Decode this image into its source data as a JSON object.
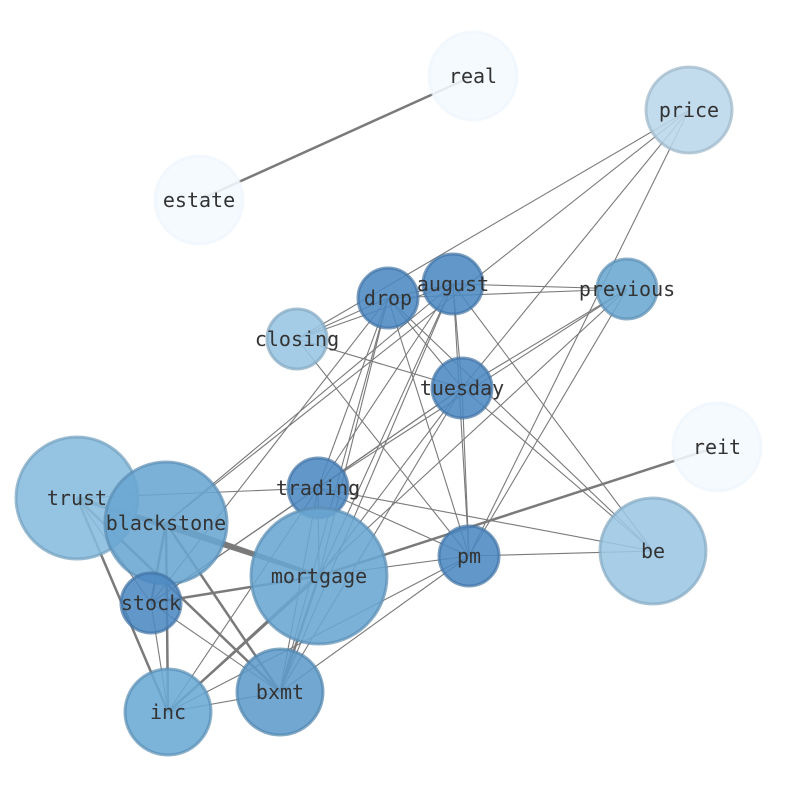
{
  "nodes": [
    {
      "id": "real",
      "label": "real",
      "color": "#f4f9fe",
      "weight": 1
    },
    {
      "id": "price",
      "label": "price",
      "color": "#b9d6ea",
      "weight": 2
    },
    {
      "id": "estate",
      "label": "estate",
      "color": "#f4f9fe",
      "weight": 1
    },
    {
      "id": "august",
      "label": "august",
      "color": "#4c89c2",
      "weight": 5
    },
    {
      "id": "drop",
      "label": "drop",
      "color": "#4c89c2",
      "weight": 5
    },
    {
      "id": "previous",
      "label": "previous",
      "color": "#6ba7d2",
      "weight": 4
    },
    {
      "id": "closing",
      "label": "closing",
      "color": "#99c5e2",
      "weight": 2
    },
    {
      "id": "tuesday",
      "label": "tuesday",
      "color": "#4c89c2",
      "weight": 5
    },
    {
      "id": "reit",
      "label": "reit",
      "color": "#f4f9fe",
      "weight": 1
    },
    {
      "id": "trust",
      "label": "trust",
      "color": "#86bcde",
      "weight": 3
    },
    {
      "id": "trading",
      "label": "trading",
      "color": "#4c89c2",
      "weight": 5
    },
    {
      "id": "blackstone",
      "label": "blackstone",
      "color": "#6aa6d2",
      "weight": 4
    },
    {
      "id": "be",
      "label": "be",
      "color": "#9cc7e4",
      "weight": 2
    },
    {
      "id": "pm",
      "label": "pm",
      "color": "#4c89c2",
      "weight": 5
    },
    {
      "id": "mortgage",
      "label": "mortgage",
      "color": "#6aa6d2",
      "weight": 4
    },
    {
      "id": "stock",
      "label": "stock",
      "color": "#4c89c2",
      "weight": 5
    },
    {
      "id": "bxmt",
      "label": "bxmt",
      "color": "#5e9bcc",
      "weight": 4
    },
    {
      "id": "inc",
      "label": "inc",
      "color": "#6aa8d4",
      "weight": 4
    }
  ],
  "edges": [
    {
      "source": "real",
      "target": "estate",
      "weight": 2
    },
    {
      "source": "reit",
      "target": "mortgage",
      "weight": 2
    },
    {
      "source": "trust",
      "target": "mortgage",
      "weight": 3
    },
    {
      "source": "trust",
      "target": "bxmt",
      "weight": 2
    },
    {
      "source": "trust",
      "target": "inc",
      "weight": 2
    },
    {
      "source": "trust",
      "target": "stock",
      "weight": 1
    },
    {
      "source": "trust",
      "target": "trading",
      "weight": 1
    },
    {
      "source": "trust",
      "target": "blackstone",
      "weight": 1
    },
    {
      "source": "blackstone",
      "target": "mortgage",
      "weight": 3
    },
    {
      "source": "blackstone",
      "target": "bxmt",
      "weight": 2
    },
    {
      "source": "blackstone",
      "target": "inc",
      "weight": 2
    },
    {
      "source": "blackstone",
      "target": "stock",
      "weight": 2
    },
    {
      "source": "blackstone",
      "target": "august",
      "weight": 1
    },
    {
      "source": "blackstone",
      "target": "price",
      "weight": 1
    },
    {
      "source": "stock",
      "target": "mortgage",
      "weight": 2
    },
    {
      "source": "stock",
      "target": "trading",
      "weight": 1
    },
    {
      "source": "stock",
      "target": "tuesday",
      "weight": 1
    },
    {
      "source": "stock",
      "target": "inc",
      "weight": 1
    },
    {
      "source": "stock",
      "target": "bxmt",
      "weight": 1
    },
    {
      "source": "stock",
      "target": "drop",
      "weight": 1
    },
    {
      "source": "mortgage",
      "target": "inc",
      "weight": 2
    },
    {
      "source": "mortgage",
      "target": "bxmt",
      "weight": 2
    },
    {
      "source": "mortgage",
      "target": "pm",
      "weight": 1
    },
    {
      "source": "mortgage",
      "target": "drop",
      "weight": 1
    },
    {
      "source": "mortgage",
      "target": "august",
      "weight": 1
    },
    {
      "source": "mortgage",
      "target": "tuesday",
      "weight": 1
    },
    {
      "source": "mortgage",
      "target": "trading",
      "weight": 1
    },
    {
      "source": "inc",
      "target": "trading",
      "weight": 1
    },
    {
      "source": "inc",
      "target": "pm",
      "weight": 1
    },
    {
      "source": "inc",
      "target": "bxmt",
      "weight": 1
    },
    {
      "source": "inc",
      "target": "previous",
      "weight": 1
    },
    {
      "source": "bxmt",
      "target": "trading",
      "weight": 1
    },
    {
      "source": "bxmt",
      "target": "pm",
      "weight": 1
    },
    {
      "source": "bxmt",
      "target": "drop",
      "weight": 1
    },
    {
      "source": "bxmt",
      "target": "august",
      "weight": 1
    },
    {
      "source": "bxmt",
      "target": "tuesday",
      "weight": 1
    },
    {
      "source": "trading",
      "target": "drop",
      "weight": 1
    },
    {
      "source": "trading",
      "target": "august",
      "weight": 1
    },
    {
      "source": "trading",
      "target": "tuesday",
      "weight": 1
    },
    {
      "source": "trading",
      "target": "previous",
      "weight": 1
    },
    {
      "source": "trading",
      "target": "pm",
      "weight": 1
    },
    {
      "source": "drop",
      "target": "august",
      "weight": 1
    },
    {
      "source": "drop",
      "target": "previous",
      "weight": 1
    },
    {
      "source": "drop",
      "target": "closing",
      "weight": 1
    },
    {
      "source": "drop",
      "target": "tuesday",
      "weight": 1
    },
    {
      "source": "drop",
      "target": "pm",
      "weight": 1
    },
    {
      "source": "drop",
      "target": "be",
      "weight": 1
    },
    {
      "source": "august",
      "target": "previous",
      "weight": 1
    },
    {
      "source": "august",
      "target": "closing",
      "weight": 1
    },
    {
      "source": "august",
      "target": "tuesday",
      "weight": 1
    },
    {
      "source": "august",
      "target": "pm",
      "weight": 1
    },
    {
      "source": "august",
      "target": "be",
      "weight": 1
    },
    {
      "source": "price",
      "target": "closing",
      "weight": 1
    },
    {
      "source": "price",
      "target": "pm",
      "weight": 1
    },
    {
      "source": "price",
      "target": "tuesday",
      "weight": 1
    },
    {
      "source": "closing",
      "target": "tuesday",
      "weight": 1
    },
    {
      "source": "closing",
      "target": "pm",
      "weight": 1
    },
    {
      "source": "tuesday",
      "target": "pm",
      "weight": 1
    },
    {
      "source": "tuesday",
      "target": "be",
      "weight": 1
    },
    {
      "source": "tuesday",
      "target": "previous",
      "weight": 1
    },
    {
      "source": "previous",
      "target": "pm",
      "weight": 1
    },
    {
      "source": "pm",
      "target": "be",
      "weight": 1
    },
    {
      "source": "trading",
      "target": "be",
      "weight": 1
    }
  ]
}
